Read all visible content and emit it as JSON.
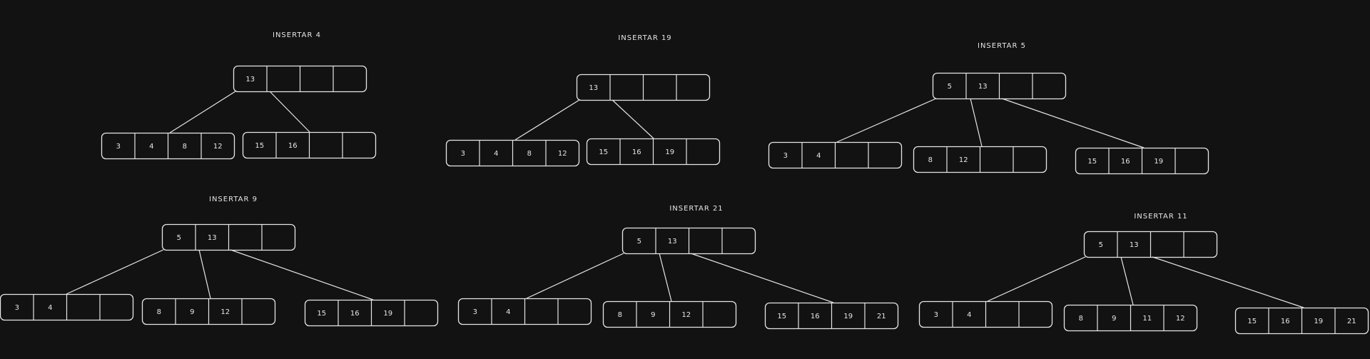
{
  "diagram": {
    "colors": {
      "background": "#121212",
      "stroke": "#e6e6e6"
    },
    "trees": [
      {
        "title": "INSERTAR 4",
        "root": [
          "13",
          "",
          "",
          ""
        ],
        "children": [
          [
            "3",
            "4",
            "8",
            "12"
          ],
          [
            "15",
            "16",
            "",
            ""
          ]
        ]
      },
      {
        "title": "INSERTAR 19",
        "root": [
          "13",
          "",
          "",
          ""
        ],
        "children": [
          [
            "3",
            "4",
            "8",
            "12"
          ],
          [
            "15",
            "16",
            "19",
            ""
          ]
        ]
      },
      {
        "title": "INSERTAR 5",
        "root": [
          "5",
          "13",
          "",
          ""
        ],
        "children": [
          [
            "3",
            "4",
            "",
            ""
          ],
          [
            "8",
            "12",
            "",
            ""
          ],
          [
            "15",
            "16",
            "19",
            ""
          ]
        ]
      },
      {
        "title": "INSERTAR 9",
        "root": [
          "5",
          "13",
          "",
          ""
        ],
        "children": [
          [
            "3",
            "4",
            "",
            ""
          ],
          [
            "8",
            "9",
            "12",
            ""
          ],
          [
            "15",
            "16",
            "19",
            ""
          ]
        ]
      },
      {
        "title": "INSERTAR 21",
        "root": [
          "5",
          "13",
          "",
          ""
        ],
        "children": [
          [
            "3",
            "4",
            "",
            ""
          ],
          [
            "8",
            "9",
            "12",
            ""
          ],
          [
            "15",
            "16",
            "19",
            "21"
          ]
        ]
      },
      {
        "title": "INSERTAR 11",
        "root": [
          "5",
          "13",
          "",
          ""
        ],
        "children": [
          [
            "3",
            "4",
            "",
            ""
          ],
          [
            "8",
            "9",
            "11",
            "12"
          ],
          [
            "15",
            "16",
            "19",
            "21"
          ]
        ]
      }
    ]
  }
}
